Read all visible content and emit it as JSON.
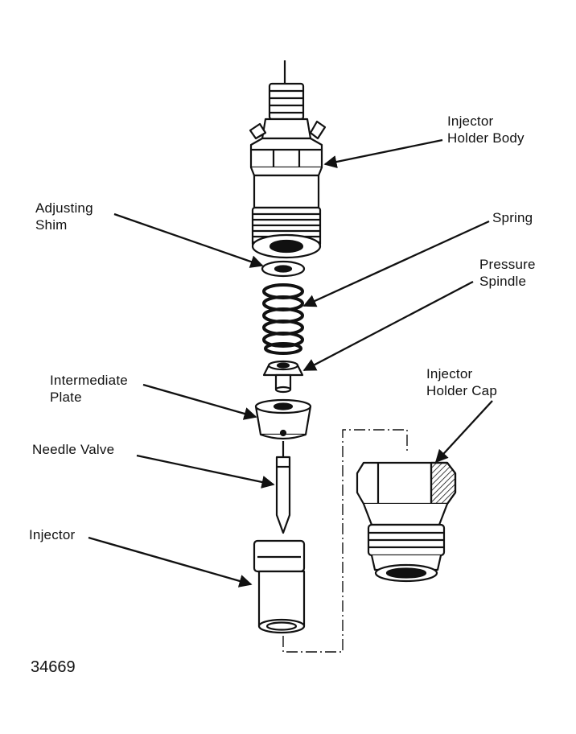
{
  "labels": {
    "injector_holder_body": [
      "Injector",
      "Holder Body"
    ],
    "adjusting_shim": [
      "Adjusting",
      "Shim"
    ],
    "spring": "Spring",
    "pressure_spindle": [
      "Pressure",
      "Spindle"
    ],
    "intermediate_plate": [
      "Intermediate",
      "Plate"
    ],
    "injector_holder_cap": [
      "Injector",
      "Holder Cap"
    ],
    "needle_valve": "Needle Valve",
    "injector": "Injector"
  },
  "figure_number": "34669"
}
